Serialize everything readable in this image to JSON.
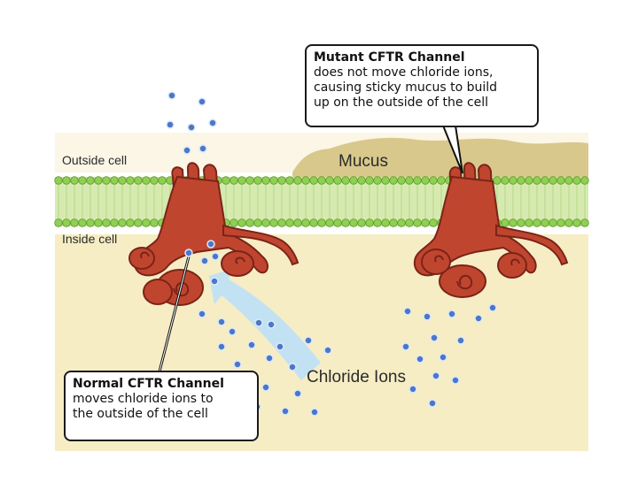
{
  "labels": {
    "outside_cell": "Outside cell",
    "inside_cell": "Inside cell",
    "mucus": "Mucus",
    "chloride_ions": "Chloride Ions"
  },
  "callouts": {
    "mutant": {
      "title": "Mutant CFTR Channel",
      "lines": [
        "does not move chloride ions,",
        "causing sticky mucus to build",
        "up on the outside of the cell"
      ]
    },
    "normal": {
      "title": "Normal CFTR Channel",
      "lines": [
        "moves chloride ions to",
        "the outside of the cell"
      ]
    }
  },
  "colors": {
    "cytoplasm": "#f6edc4",
    "membrane_heads": "#8fcf52",
    "membrane_tails": "#d6eab0",
    "mucus": "#d8c88c",
    "protein": "#c0452f",
    "protein_dark": "#7a2418",
    "ion": "#4a78c8",
    "arrow": "#bfe0f5"
  }
}
